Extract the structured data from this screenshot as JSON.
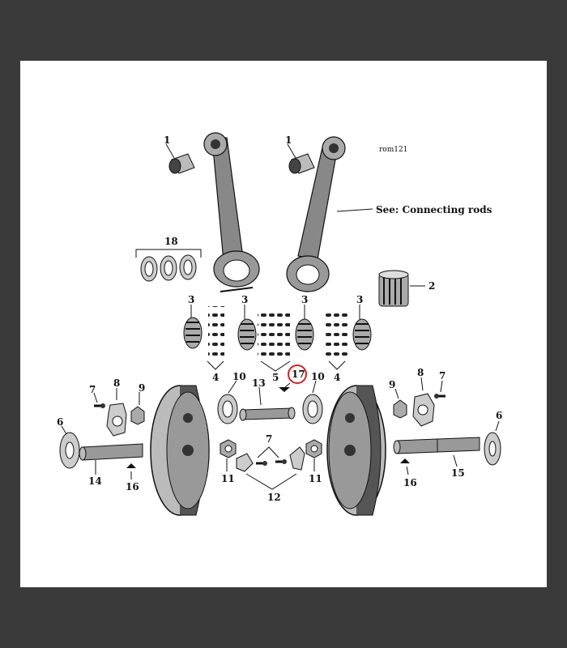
{
  "diagram_id": "rom121",
  "see_note": "See: Connecting rods",
  "highlight_color": "#d42020",
  "callouts": {
    "c1a": "1",
    "c1b": "1",
    "c2": "2",
    "c3a": "3",
    "c3b": "3",
    "c3c": "3",
    "c3d": "3",
    "c4a": "4",
    "c4b": "4",
    "c5": "5",
    "c6a": "6",
    "c6b": "6",
    "c7a": "7",
    "c7b": "7",
    "c7c": "7",
    "c8a": "8",
    "c8b": "8",
    "c9a": "9",
    "c9b": "9",
    "c10a": "10",
    "c10b": "10",
    "c11a": "11",
    "c11b": "11",
    "c12": "12",
    "c13": "13",
    "c14": "14",
    "c15": "15",
    "c16a": "16",
    "c16b": "16",
    "c17": "17",
    "c18": "18"
  }
}
